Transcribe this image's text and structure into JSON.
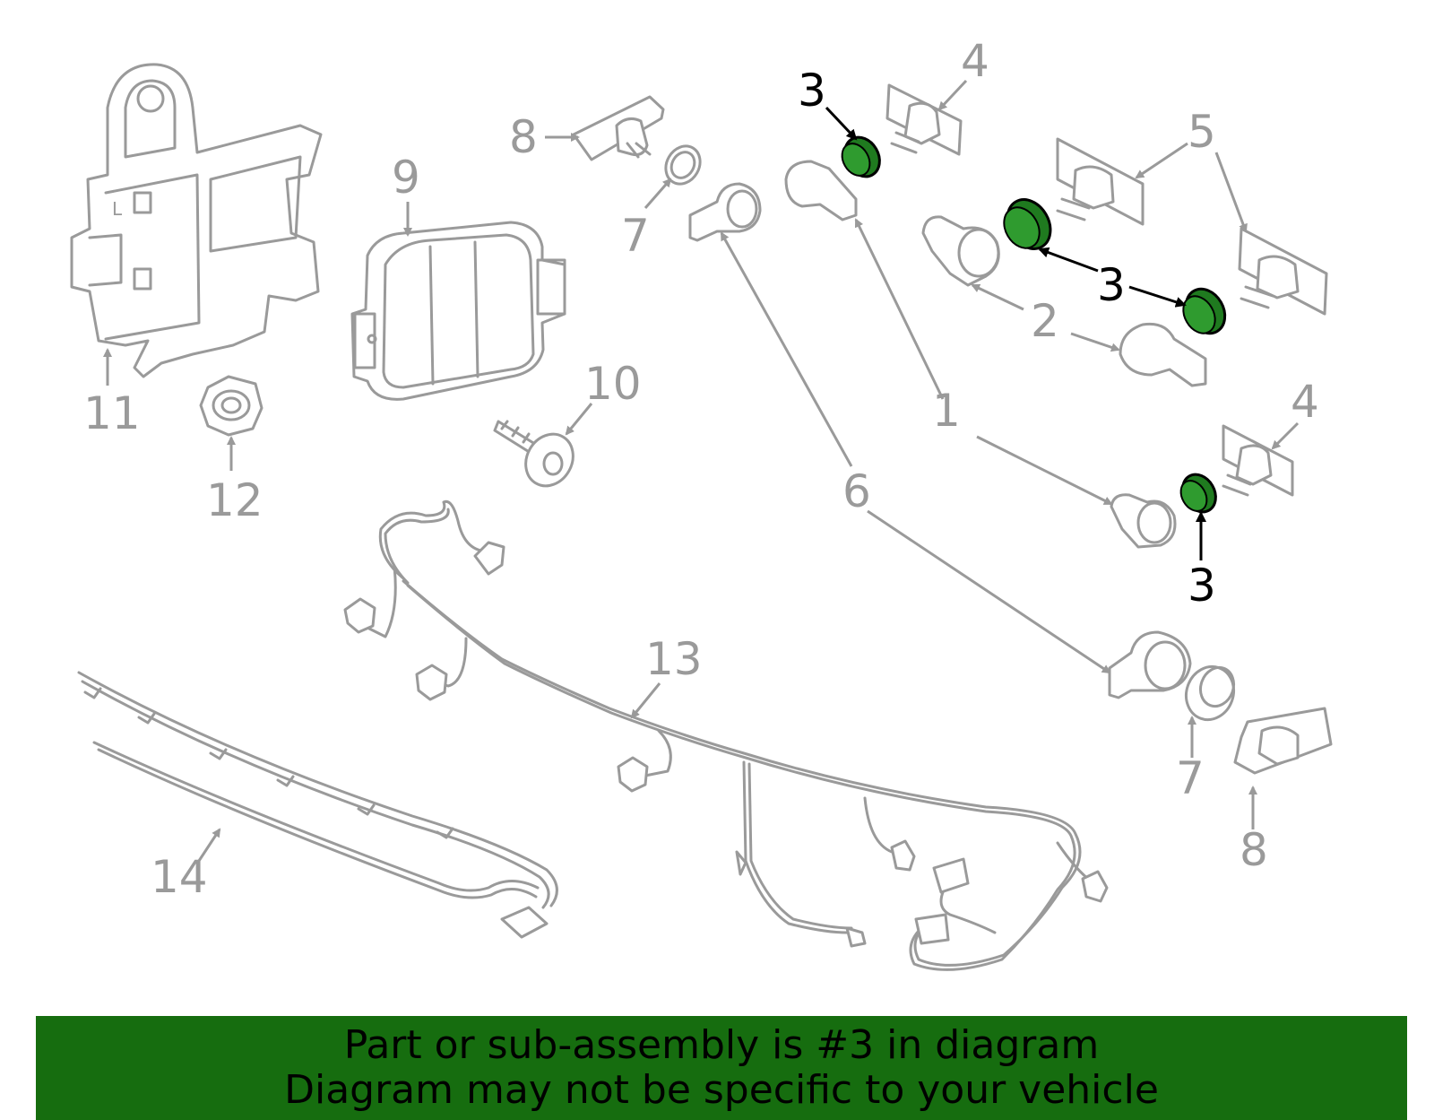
{
  "diagram": {
    "callouts": {
      "c1": "1",
      "c2": "2",
      "c3a": "3",
      "c3b": "3",
      "c3c": "3",
      "c4a": "4",
      "c4b": "4",
      "c5": "5",
      "c6": "6",
      "c7a": "7",
      "c7b": "7",
      "c8a": "8",
      "c8b": "8",
      "c9": "9",
      "c10": "10",
      "c11": "11",
      "c12": "12",
      "c13": "13",
      "c14": "14"
    },
    "highlighted_part": "3",
    "colors": {
      "line_art": "#9a9a9a",
      "highlight": "#1f7a1f",
      "banner_bg": "#166d0f"
    }
  },
  "banner": {
    "line1": "Part or sub-assembly is #3 in diagram",
    "line2": "Diagram may not be specific to your vehicle"
  }
}
